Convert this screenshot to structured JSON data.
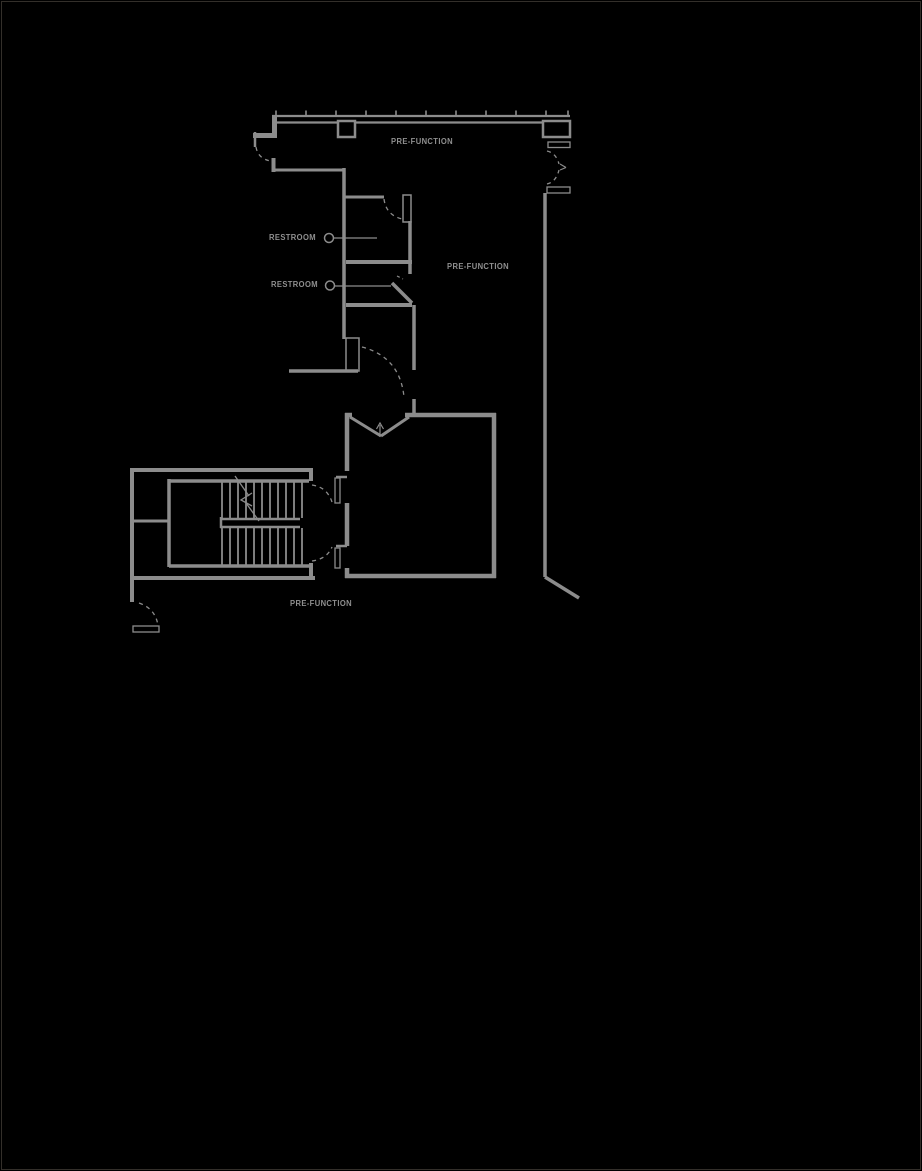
{
  "page": {
    "background_color": "#000000",
    "line_color": "#8c8c8c",
    "border_color": "#332f2a"
  },
  "labels": {
    "pre_function_top": "PRE-FUNCTION",
    "pre_function_middle": "PRE-FUNCTION",
    "pre_function_lower": "PRE-FUNCTION",
    "restroom_upper": "RESTROOM",
    "restroom_lower": "RESTROOM"
  },
  "symbols": {
    "keynote_circle_upper": "keynote-circle",
    "keynote_circle_lower": "keynote-circle",
    "stair_break_line": "stair-break-symbol",
    "door_swings": "dashed-arc"
  }
}
